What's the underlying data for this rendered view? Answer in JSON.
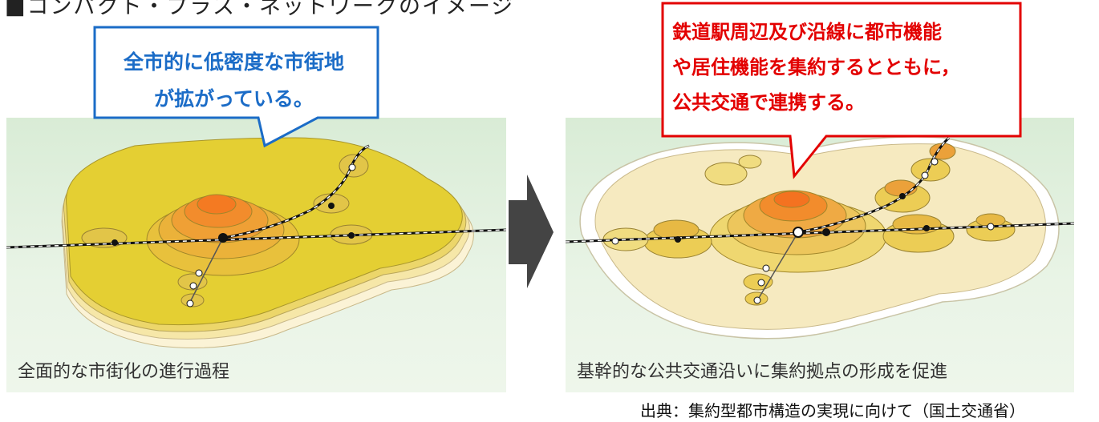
{
  "heading": "■コンパクト・プラス・ネットワークのイメージ",
  "left_panel": {
    "bubble_text": [
      "全市的に低密度な市街地",
      "が拡がっている。"
    ],
    "caption": "全面的な市街化の進行過程"
  },
  "right_panel": {
    "bubble_text": [
      "鉄道駅周辺及び沿線に都市機能",
      "や居住機能を集約するとともに，",
      "公共交通で連携する。"
    ],
    "caption": "基幹的な公共交通沿いに集約拠点の形成を促進"
  },
  "source": "出典：集約型都市構造の実現に向けて（国土交通省）",
  "colors": {
    "bubble_left_border": "#1b6cc7",
    "bubble_right_border": "#e30000",
    "sprawl_fill": "#e8d83a",
    "center_core": "#f08a2a",
    "background": "#e3f0e0",
    "arrow": "#444444"
  }
}
